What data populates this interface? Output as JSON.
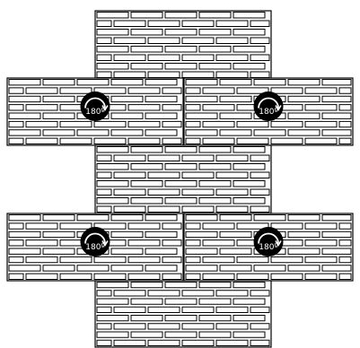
{
  "diagram": {
    "panels": [
      {
        "id": "center-top",
        "rotation_badge": null
      },
      {
        "id": "left-upper",
        "rotation_badge": "180º"
      },
      {
        "id": "right-upper",
        "rotation_badge": "180º"
      },
      {
        "id": "center-middle",
        "rotation_badge": null
      },
      {
        "id": "left-lower",
        "rotation_badge": "180º"
      },
      {
        "id": "right-lower",
        "rotation_badge": "180º"
      },
      {
        "id": "center-bottom",
        "rotation_badge": null
      }
    ],
    "badge_icon": "rotate-180-icon",
    "colors": {
      "line": "#000000",
      "fill": "#ffffff",
      "badge": "#000000",
      "badge_text": "#ffffff"
    }
  }
}
